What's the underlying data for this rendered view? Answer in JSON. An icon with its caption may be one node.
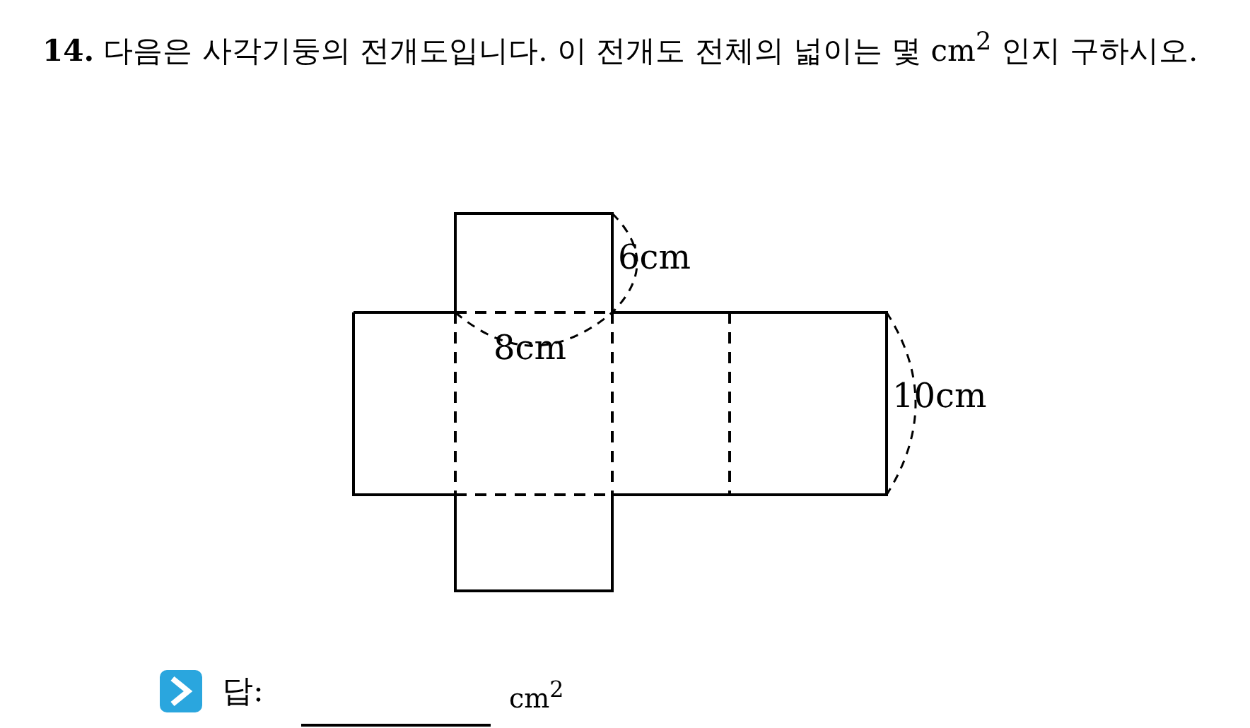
{
  "diagram": {
    "title": "**14.** 다음은 사각기둥의 전개도입니다. 이 전개도 전체의 넓이는 몇 cm$^{2}$ 인지 구하시오.",
    "labels": [
      "6cm",
      "8cm",
      "10cm",
      "답:",
      "cm$^{2}$"
    ]
  }
}
